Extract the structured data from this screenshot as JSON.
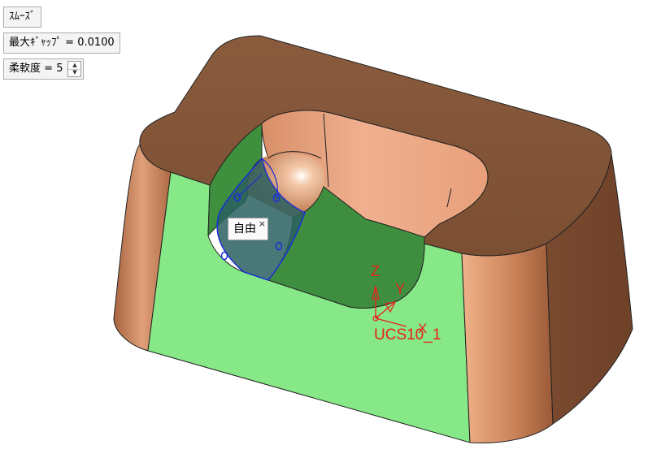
{
  "toolbar": {
    "smooth_label": "ｽﾑｰｽﾞ",
    "max_gap_label": "最大ｷﾞｬｯﾌﾟ",
    "max_gap_eq": "=",
    "max_gap_value": "0.0100",
    "flex_label": "柔軟度",
    "flex_eq": "=",
    "flex_value": "5",
    "spin_up": "▲",
    "spin_down": "▼"
  },
  "tooltip": {
    "label": "自由",
    "close": "×"
  },
  "ucs": {
    "name": "UCS10_1",
    "z_label": "Z",
    "y_label": "Y",
    "x_label": "X",
    "color": "#e8221a"
  },
  "colors": {
    "body_dark": "#8b5a3c",
    "body_light": "#e8a880",
    "face_green": "#86e886",
    "face_green_dark": "#3e8f3e",
    "selection_blue": "#1a2fd8"
  }
}
